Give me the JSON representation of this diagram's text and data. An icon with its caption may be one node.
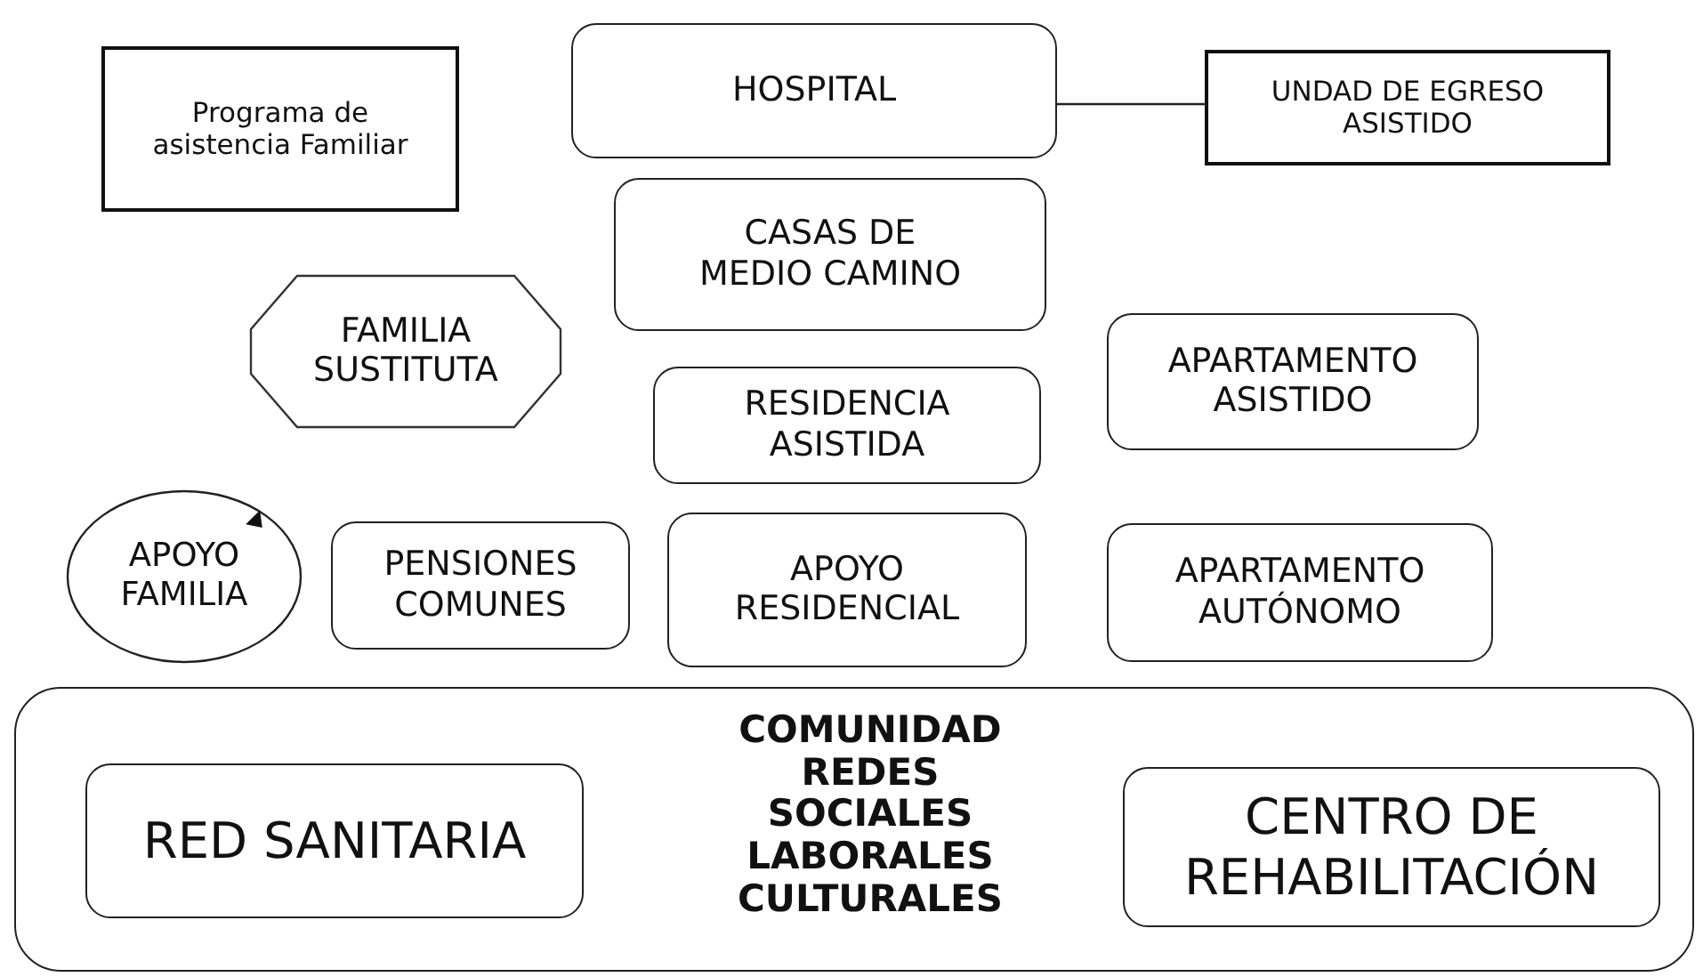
{
  "diagram": {
    "nodes": [
      {
        "text": [
          "Programa de asistencia Familiar"
        ]
      },
      {
        "text": [
          "HOSPITAL"
        ]
      },
      {
        "text": [
          "UNDAD DE EGRESO ASISTIDO"
        ]
      },
      {
        "text": [
          "CASAS DE MEDIO CAMINO"
        ]
      },
      {
        "text": [
          "FAMILIA SUSTITUTA"
        ]
      },
      {
        "text": [
          "RESIDENCIA ASISTIDA"
        ]
      },
      {
        "text": [
          "APARTAMENTO ASISTIDO"
        ]
      },
      {
        "text": [
          "APOYO FAMILIA"
        ]
      },
      {
        "text": [
          "PENSIONES COMUNES"
        ]
      },
      {
        "text": [
          "APOYO RESIDENCIAL"
        ]
      },
      {
        "text": [
          "APARTAMENTO AUTÓNOMO"
        ]
      },
      {
        "text": [
          "COMUNIDAD REDES SOCIALES LABORALES CULTURALES"
        ]
      },
      {
        "text": [
          "RED SANITARIA"
        ],
        "in": 11
      },
      {
        "text": [
          "CENTRO DE REHABILITACIÓN"
        ],
        "in": 11
      }
    ],
    "edges": [
      {
        "from": 1,
        "to": 2,
        "arrow": "none"
      }
    ]
  }
}
